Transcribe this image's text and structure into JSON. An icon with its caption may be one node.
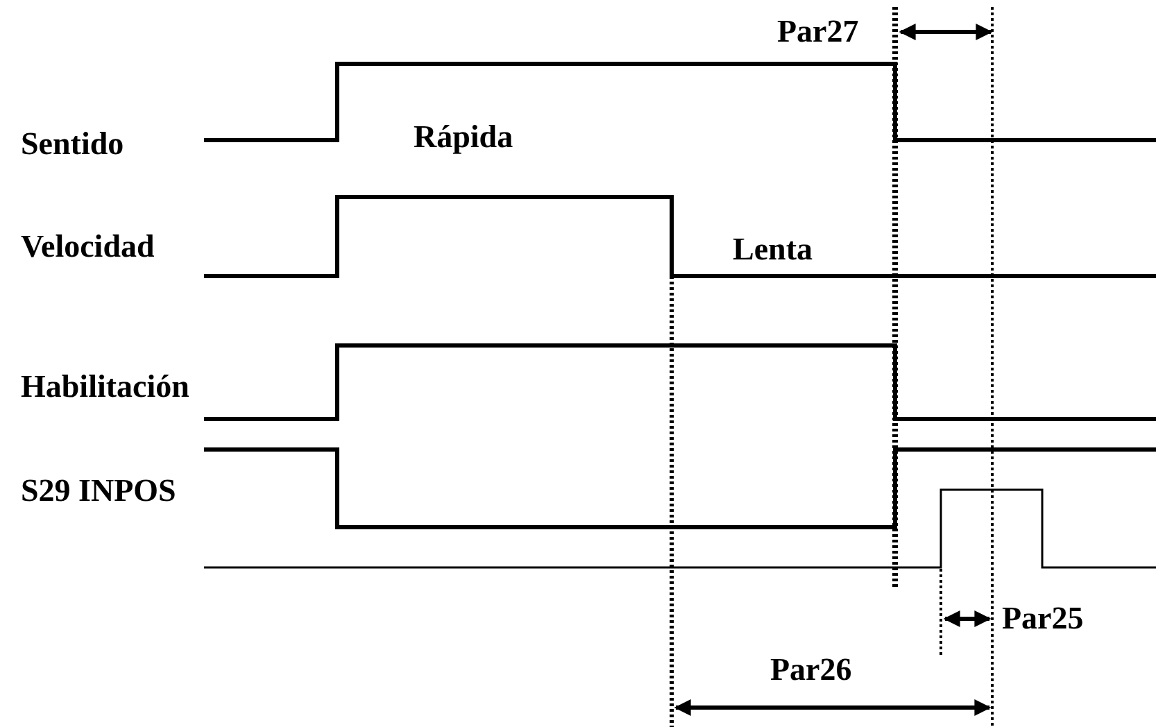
{
  "diagram": {
    "labels": [
      "Par27",
      "Sentido",
      "Rápida",
      "Velocidad",
      "Lenta",
      "Habilitación",
      "S29 INPOS",
      "Par25",
      "Par26"
    ]
  }
}
